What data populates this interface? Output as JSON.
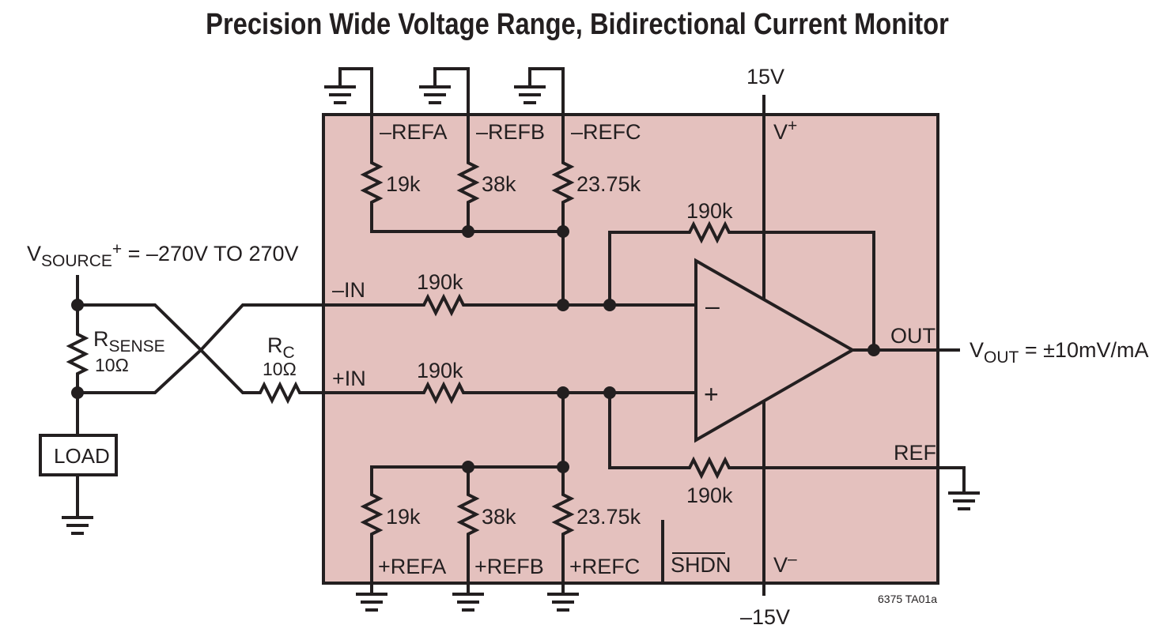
{
  "title": "Precision Wide Voltage Range, Bidirectional Current Monitor",
  "colors": {
    "ic_fill": "#e4c1be",
    "ink": "#231f20"
  },
  "supply": {
    "positive": "15V",
    "negative": "–15V",
    "vplus": "V",
    "vplus_sup": "+",
    "vminus": "V",
    "vminus_sup": "–"
  },
  "pins": {
    "neg_refa": "–REFA",
    "neg_refb": "–REFB",
    "neg_refc": "–REFC",
    "pos_refa": "+REFA",
    "pos_refb": "+REFB",
    "pos_refc": "+REFC",
    "neg_in": "–IN",
    "pos_in": "+IN",
    "out": "OUT",
    "ref": "REF",
    "shdn": "SHDN"
  },
  "resistors": {
    "top_a": "19k",
    "top_b": "38k",
    "top_c": "23.75k",
    "bot_a": "19k",
    "bot_b": "38k",
    "bot_c": "23.75k",
    "neg_input": "190k",
    "pos_input": "190k",
    "feedback": "190k",
    "reference": "190k"
  },
  "opamp": {
    "minus": "–",
    "plus": "+"
  },
  "external": {
    "vsource_main": "V",
    "vsource_sub": "SOURCE",
    "vsource_sup": "+",
    "vsource_range": " = –270V TO 270V",
    "rsense_main": "R",
    "rsense_sub": "SENSE",
    "rsense_value": "10Ω",
    "rc_main": "R",
    "rc_sub": "C",
    "rc_value": "10Ω",
    "load": "LOAD",
    "vout_main": "V",
    "vout_sub": "OUT",
    "vout_value": " = ±10mV/mA"
  },
  "figure_code": "6375 TA01a"
}
